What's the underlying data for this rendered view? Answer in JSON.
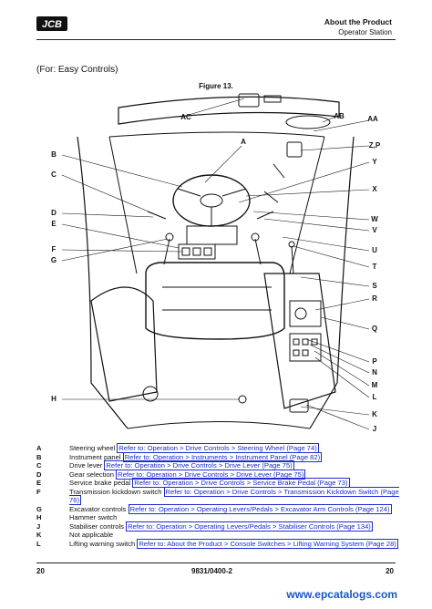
{
  "header": {
    "logo_text": "JCB",
    "title": "About the Product",
    "subtitle": "Operator Station"
  },
  "page_subtitle": "(For: Easy Controls)",
  "figure": {
    "label": "Figure 13."
  },
  "callouts": {
    "A": "A",
    "B": "B",
    "C": "C",
    "D": "D",
    "E": "E",
    "F": "F",
    "G": "G",
    "H": "H",
    "J": "J",
    "K": "K",
    "L": "L",
    "M": "M",
    "N": "N",
    "P": "P",
    "Q": "Q",
    "R": "R",
    "S": "S",
    "T": "T",
    "U": "U",
    "V": "V",
    "W": "W",
    "X": "X",
    "Y": "Y",
    "ZP": "Z,P",
    "AA": "AA",
    "AB": "AB",
    "AC": "AC"
  },
  "key": [
    {
      "letter": "A",
      "text": "Steering wheel",
      "refs": [
        "Refer to: Operation > Drive Controls > Steering Wheel (Page 74)"
      ]
    },
    {
      "letter": "B",
      "text": "Instrument panel",
      "refs": [
        "Refer to: Operation > Instruments > Instrument Panel (Page 82)"
      ]
    },
    {
      "letter": "C",
      "text": "Drive lever",
      "refs": [
        "Refer to: Operation > Drive Controls > Drive Lever (Page 75)"
      ]
    },
    {
      "letter": "D",
      "text": "Gear selection",
      "refs": [
        "Refer to: Operation > Drive Controls > Drive Lever (Page 75)"
      ]
    },
    {
      "letter": "E",
      "text": "Service brake pedal",
      "refs": [
        "Refer to: Operation > Drive Controls > Service Brake Pedal (Page 73)"
      ]
    },
    {
      "letter": "F",
      "text": "Transmission kickdown switch",
      "refs": [
        "Refer to: Operation > Drive Controls > Transmission Kickdown Switch (Page 76)"
      ]
    },
    {
      "letter": "G",
      "text": "Excavator controls",
      "refs": [
        "Refer to: Operation > Operating Levers/Pedals > Excavator Arm Controls (Page 124)"
      ]
    },
    {
      "letter": "H",
      "text": "Hammer switch",
      "refs": []
    },
    {
      "letter": "J",
      "text": "Stabiliser controls",
      "refs": [
        "Refer to: Operation > Operating Levers/Pedals > Stabiliser Controls (Page 134)"
      ]
    },
    {
      "letter": "K",
      "text": "Not applicable",
      "refs": []
    },
    {
      "letter": "L",
      "text": "Lifting warning switch",
      "refs": [
        "Refer to: About the Product > Console Switches > Lifting Warning System (Page 28)"
      ]
    }
  ],
  "footer": {
    "left": "20",
    "center": "9831/0400-2",
    "right": "20",
    "watermark": "www.epcatalogs.com"
  }
}
